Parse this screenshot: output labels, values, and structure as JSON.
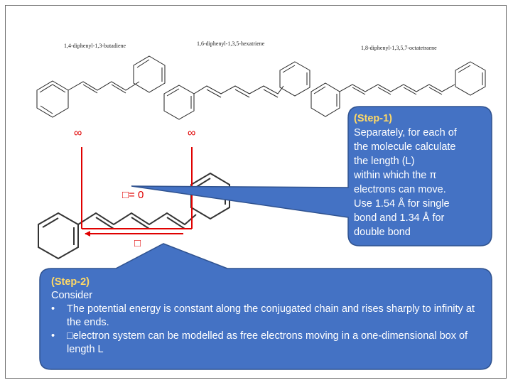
{
  "molecules": [
    {
      "name": "1,4-diphenyl-1,3-butadiene"
    },
    {
      "name": "1,6-diphenyl-1,3,5-hexatriene"
    },
    {
      "name": "1,8-diphenyl-1,3,5,7-octatetraene"
    }
  ],
  "step1": {
    "title": "(Step-1)",
    "lines": [
      "Separately, for each of",
      "the molecule calculate",
      "the length (L)",
      "within which the π",
      "electrons can move.",
      "Use 1.54  Å for single",
      "bond and 1.34  Å for",
      "double bond"
    ]
  },
  "step2": {
    "title": "(Step-2)",
    "intro": "Consider",
    "bullet_symbol": "•",
    "bullets": [
      "The potential energy is constant along the conjugated chain and rises sharply to infinity at the ends.",
      "□electron system can be modelled as free electrons moving in a one-dimensional box of length L"
    ]
  },
  "diagram": {
    "infinity_left": "∞",
    "infinity_right": "∞",
    "potential_label": "□=  0",
    "length_label": "□"
  },
  "colors": {
    "callout_fill": "#4472c4",
    "callout_border": "#2f528f",
    "step_title": "#ffd966",
    "potential_lines": "#e00000"
  }
}
